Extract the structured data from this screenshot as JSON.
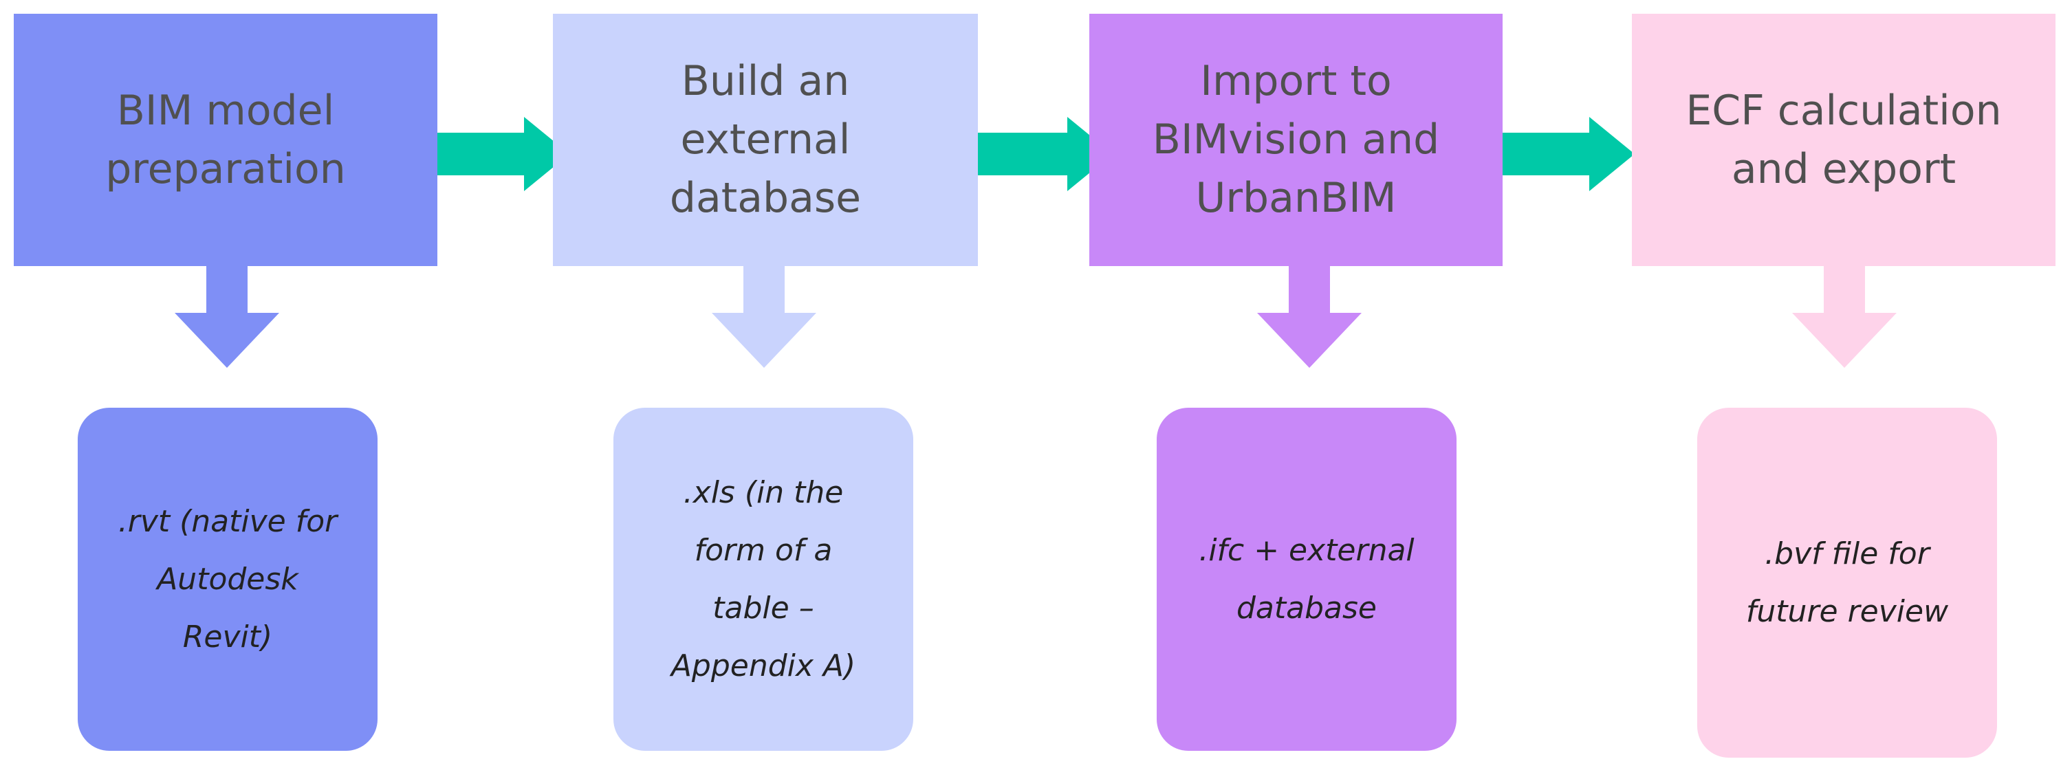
{
  "steps": [
    {
      "label": "BIM model\npreparation",
      "color": "#7f8ff6"
    },
    {
      "label": "Build an\nexternal\ndatabase",
      "color": "#c9d3fd"
    },
    {
      "label": "Import to\nBIMvision and\nUrbanBIM",
      "color": "#c888f8"
    },
    {
      "label": "ECF calculation\nand export",
      "color": "#fed3ea"
    }
  ],
  "outputs": [
    {
      "label": ".rvt (native for\nAutodesk\nRevit)"
    },
    {
      "label": ".xls (in the\nform of a\ntable –\nAppendix A)"
    },
    {
      "label": ".ifc + external\ndatabase"
    },
    {
      "label": ".bvf file for\nfuture review"
    }
  ],
  "connector_color": "#00c9a7"
}
